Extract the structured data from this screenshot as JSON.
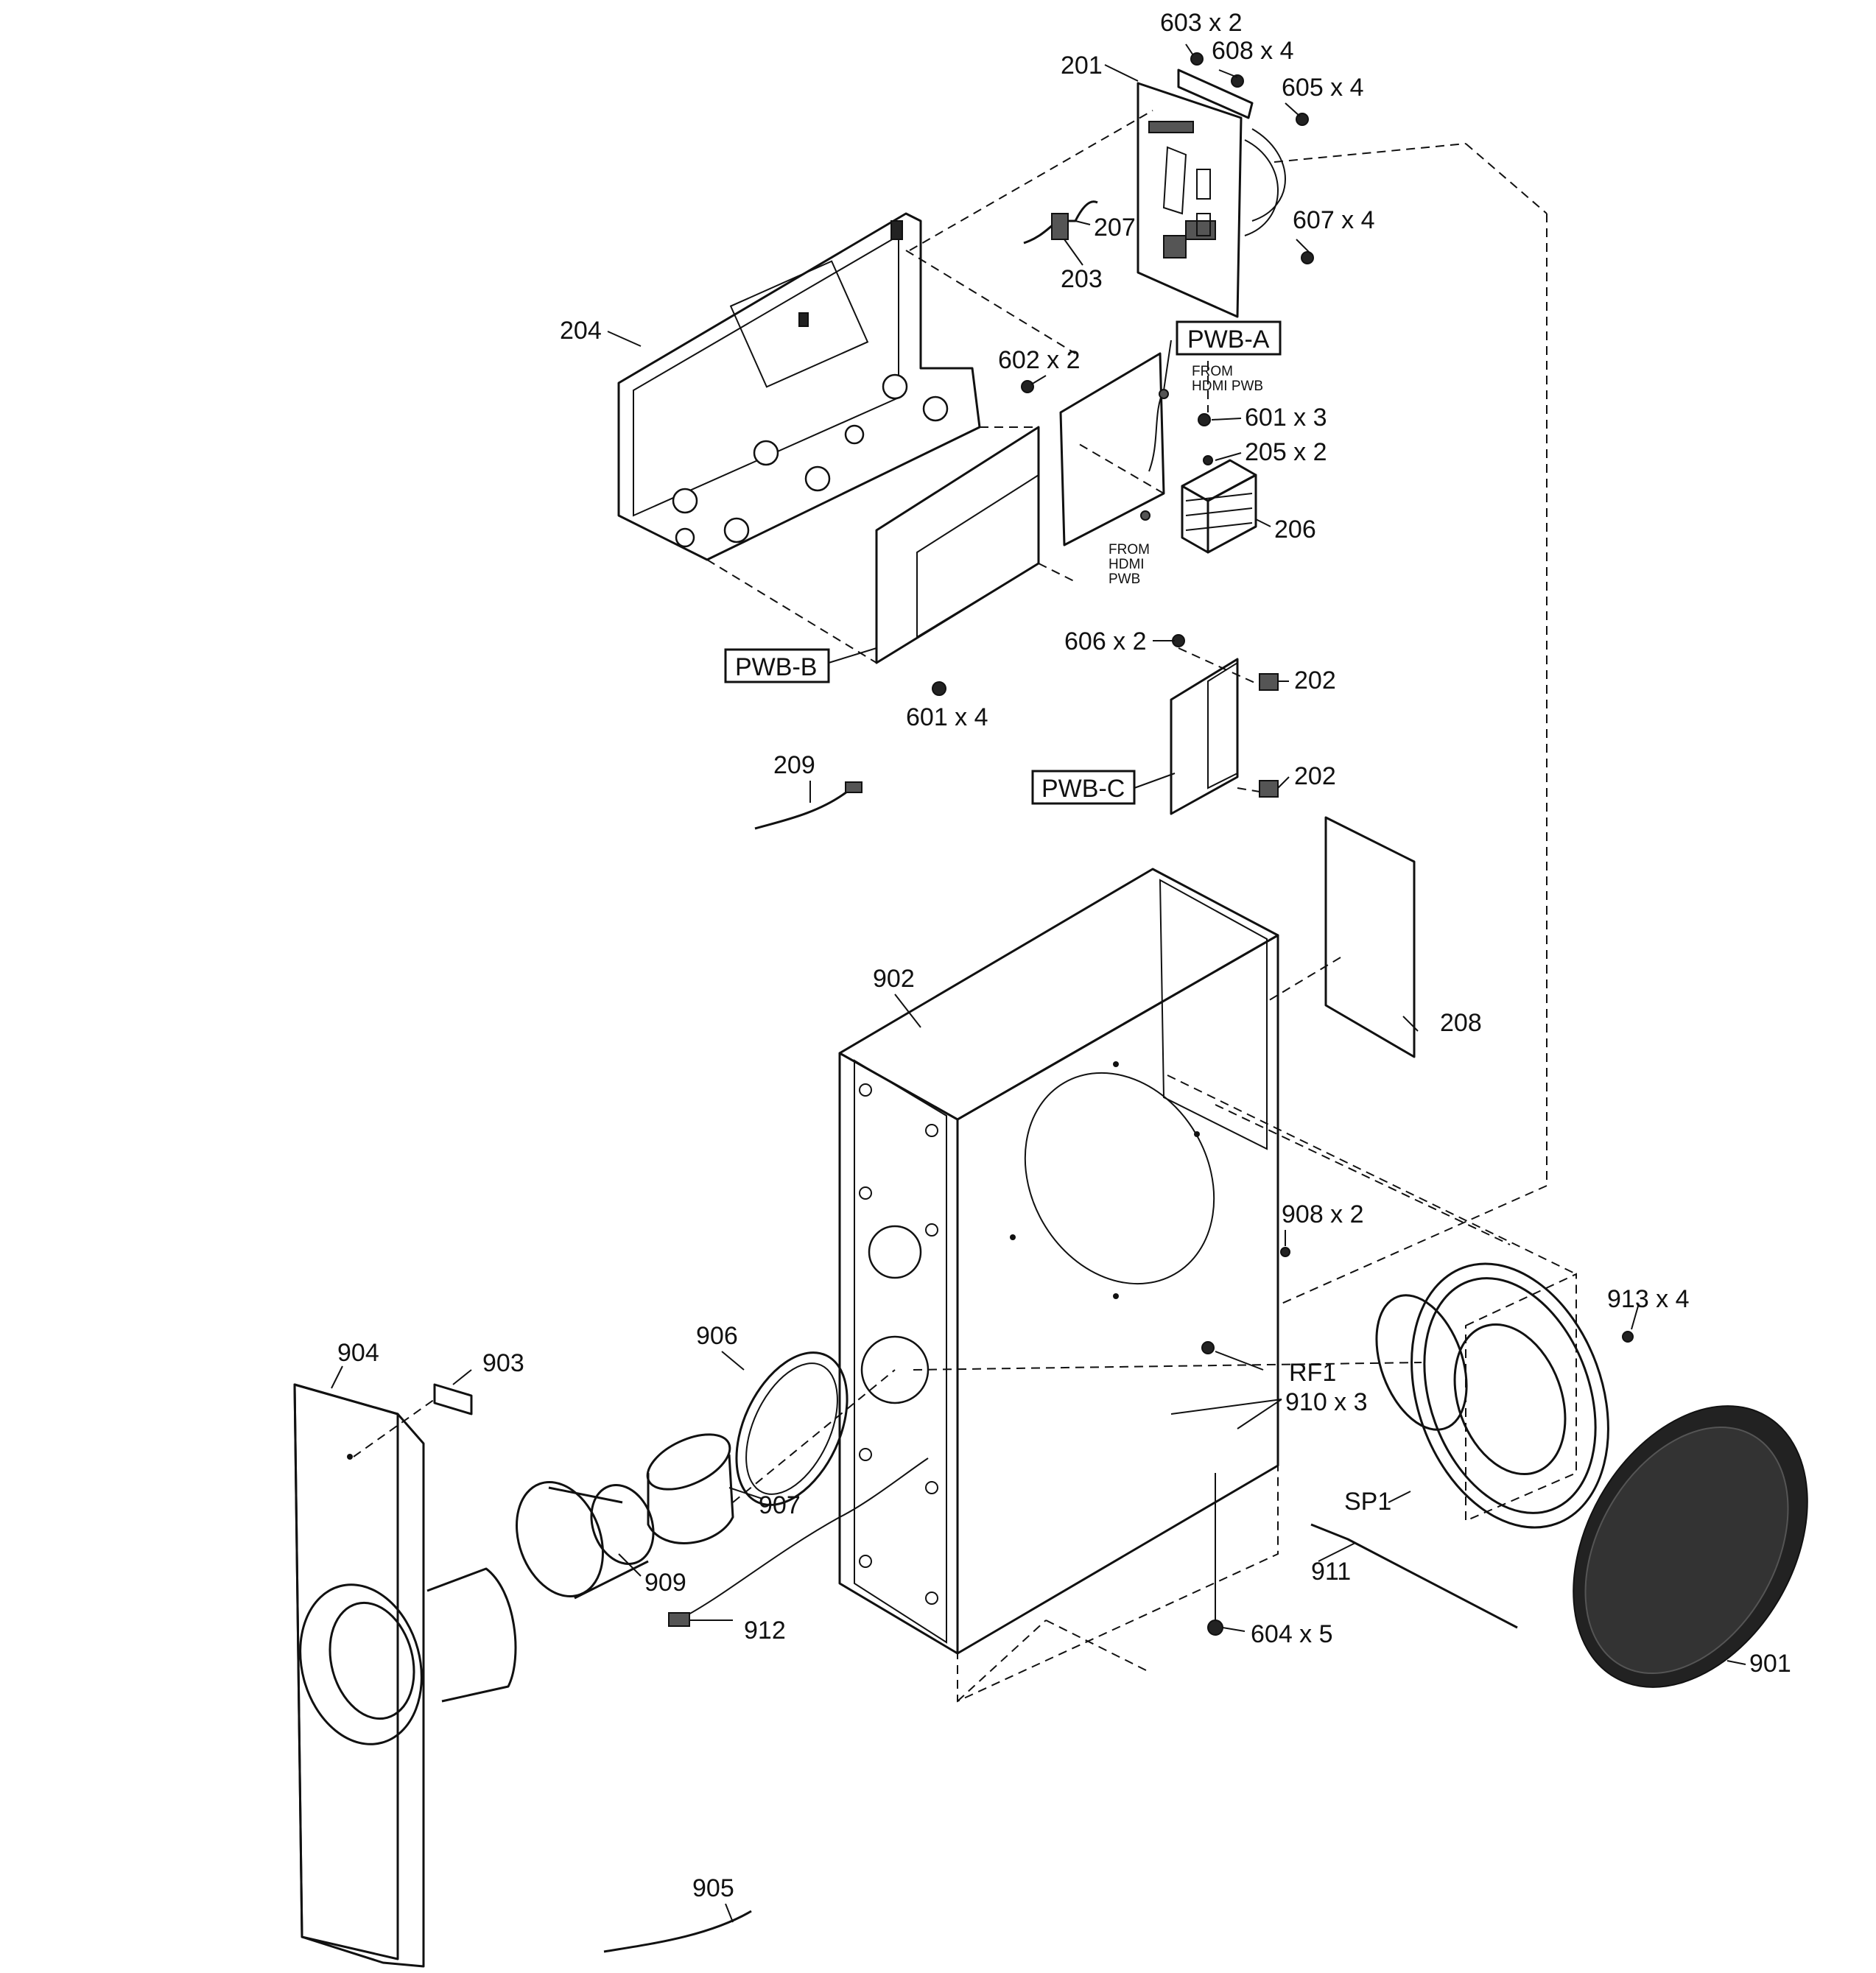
{
  "labels": {
    "p603": "603 x 2",
    "p608": "608 x 4",
    "p201": "201",
    "p605": "605 x 4",
    "p207": "207",
    "p203": "203",
    "p607": "607 x 4",
    "p204": "204",
    "pwb_a": "PWB-A",
    "p602": "602 x 2",
    "from_hdmi_1a": "FROM",
    "from_hdmi_1b": "HDMI PWB",
    "p601a": "601 x 3",
    "p205": "205 x 2",
    "p206": "206",
    "from_hdmi_2a": "FROM",
    "from_hdmi_2b": "HDMI",
    "from_hdmi_2c": "PWB",
    "pwb_b": "PWB-B",
    "p601b": "601 x 4",
    "p606": "606 x 2",
    "p202a": "202",
    "p202b": "202",
    "pwb_c": "PWB-C",
    "p209": "209",
    "p902": "902",
    "p208": "208",
    "p908": "908 x 2",
    "p913": "913 x 4",
    "p904": "904",
    "p903": "903",
    "p906": "906",
    "rf1": "RF1",
    "p910": "910 x 3",
    "p907": "907",
    "sp1": "SP1",
    "p909": "909",
    "p911": "911",
    "p912": "912",
    "p604": "604 x 5",
    "p901": "901",
    "p905": "905"
  }
}
